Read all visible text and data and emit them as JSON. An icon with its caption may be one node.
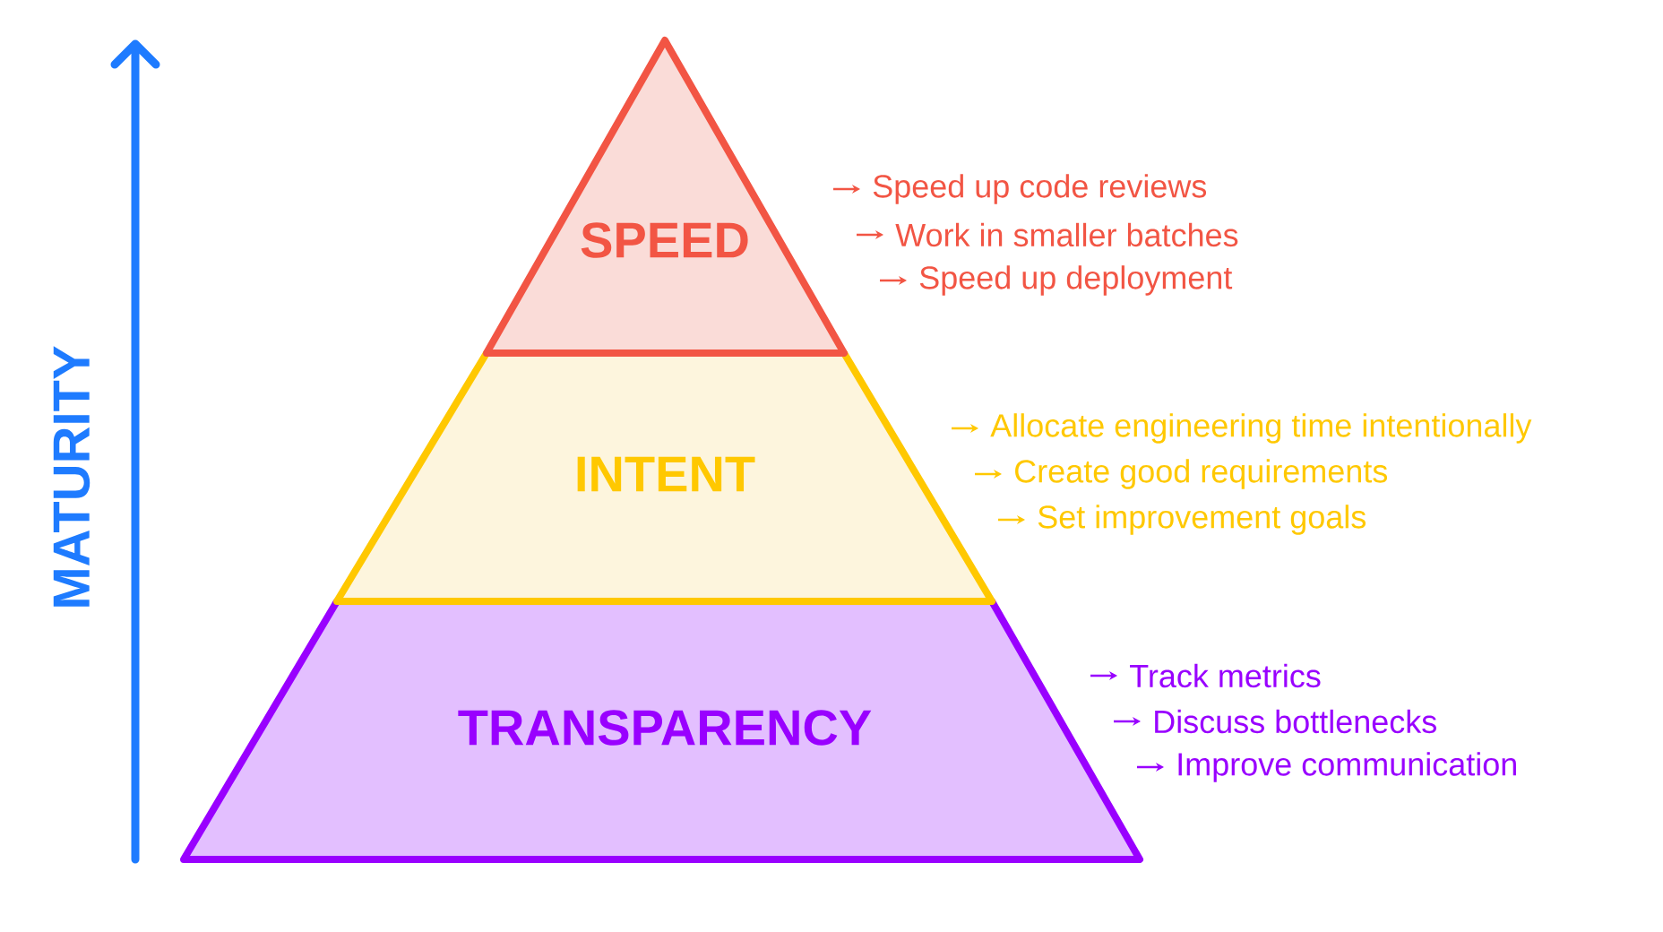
{
  "diagram": {
    "nodes": [
      {
        "text": [
          "SPEED"
        ],
        "beside": [
          "Speed up code reviews",
          "Work in smaller batches",
          "Speed up deployment"
        ]
      },
      {
        "text": [
          "INTENT"
        ],
        "beside": [
          "Allocate engineering time intentionally",
          "Create good requirements",
          "Set improvement goals"
        ]
      },
      {
        "text": [
          "TRANSPARENCY"
        ],
        "beside": [
          "Track metrics",
          "Discuss bottlenecks",
          "Improve communication"
        ]
      }
    ],
    "edges": [],
    "labels": [
      "MATURITY"
    ]
  }
}
